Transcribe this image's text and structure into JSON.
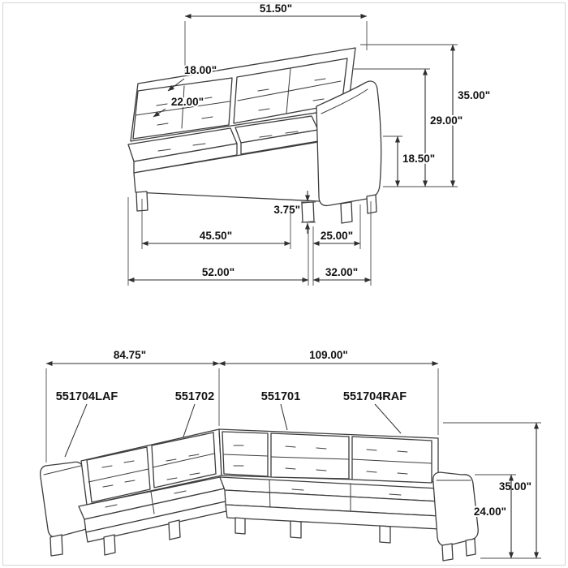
{
  "canvas": {
    "background": "#ffffff",
    "border_color": "#d2d6da",
    "line_color": "#3d3d3d",
    "dim_color": "#2f2f2f"
  },
  "loveseat": {
    "dims": {
      "back_width": "51.50\"",
      "back_cushion": "18.00\"",
      "seat_depth_cushion": "22.00\"",
      "overall_height": "35.00\"",
      "back_height": "29.00\"",
      "seat_height": "18.50\"",
      "leg_height": "3.75\"",
      "seat_width": "45.50\"",
      "arm_depth": "25.00\"",
      "overall_width": "52.00\"",
      "overall_depth": "32.00\""
    }
  },
  "sectional": {
    "dims": {
      "left_width": "84.75\"",
      "right_width": "109.00\"",
      "overall_height": "35.00\"",
      "arm_height": "24.00\""
    },
    "parts": [
      {
        "sku": "551704LAF"
      },
      {
        "sku": "551702"
      },
      {
        "sku": "551701"
      },
      {
        "sku": "551704RAF"
      }
    ]
  }
}
